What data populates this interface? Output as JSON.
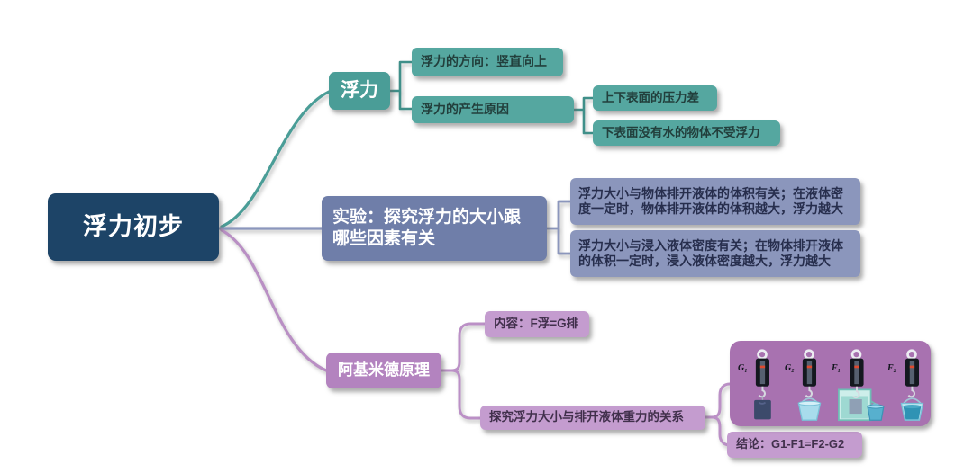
{
  "root": {
    "label": "浮力初步"
  },
  "branches": {
    "buoyancy": {
      "label": "浮力",
      "children": {
        "direction": {
          "label": "浮力的方向：竖直向上"
        },
        "cause": {
          "label": "浮力的产生原因",
          "children": {
            "pressure_diff": {
              "label": "上下表面的压力差"
            },
            "no_water": {
              "label": "下表面没有水的物体不受浮力"
            }
          }
        }
      }
    },
    "experiment": {
      "label": "实验：探究浮力的大小跟哪些因素有关",
      "children": {
        "volume": {
          "label": "浮力大小与物体排开液体的体积有关；在液体密度一定时，物体排开液体的体积越大，浮力越大"
        },
        "density": {
          "label": "浮力大小与浸入液体密度有关；在物体排开液体的体积一定时，浸入液体密度越大，浮力越大"
        }
      }
    },
    "archimedes": {
      "label": "阿基米德原理",
      "children": {
        "content": {
          "label": "内容：F浮=G排"
        },
        "explore": {
          "label": "探究浮力大小与排开液体重力的关系"
        },
        "conclusion": {
          "label": "结论：G1-F1=F2-G2"
        },
        "figure": {
          "scales": [
            "G₁",
            "G₂",
            "F₁",
            "F₂"
          ]
        }
      }
    }
  },
  "colors": {
    "root_bg": "#1d4467",
    "teal": "#4a9d97",
    "teal_light": "#55a7a0",
    "blue_gray": "#6f7ea9",
    "blue_gray_light": "#8b96bc",
    "purple": "#b383bf",
    "purple_light": "#c49ccf",
    "figure_bg": "#a872b0",
    "canvas_bg": "#ffffff"
  }
}
